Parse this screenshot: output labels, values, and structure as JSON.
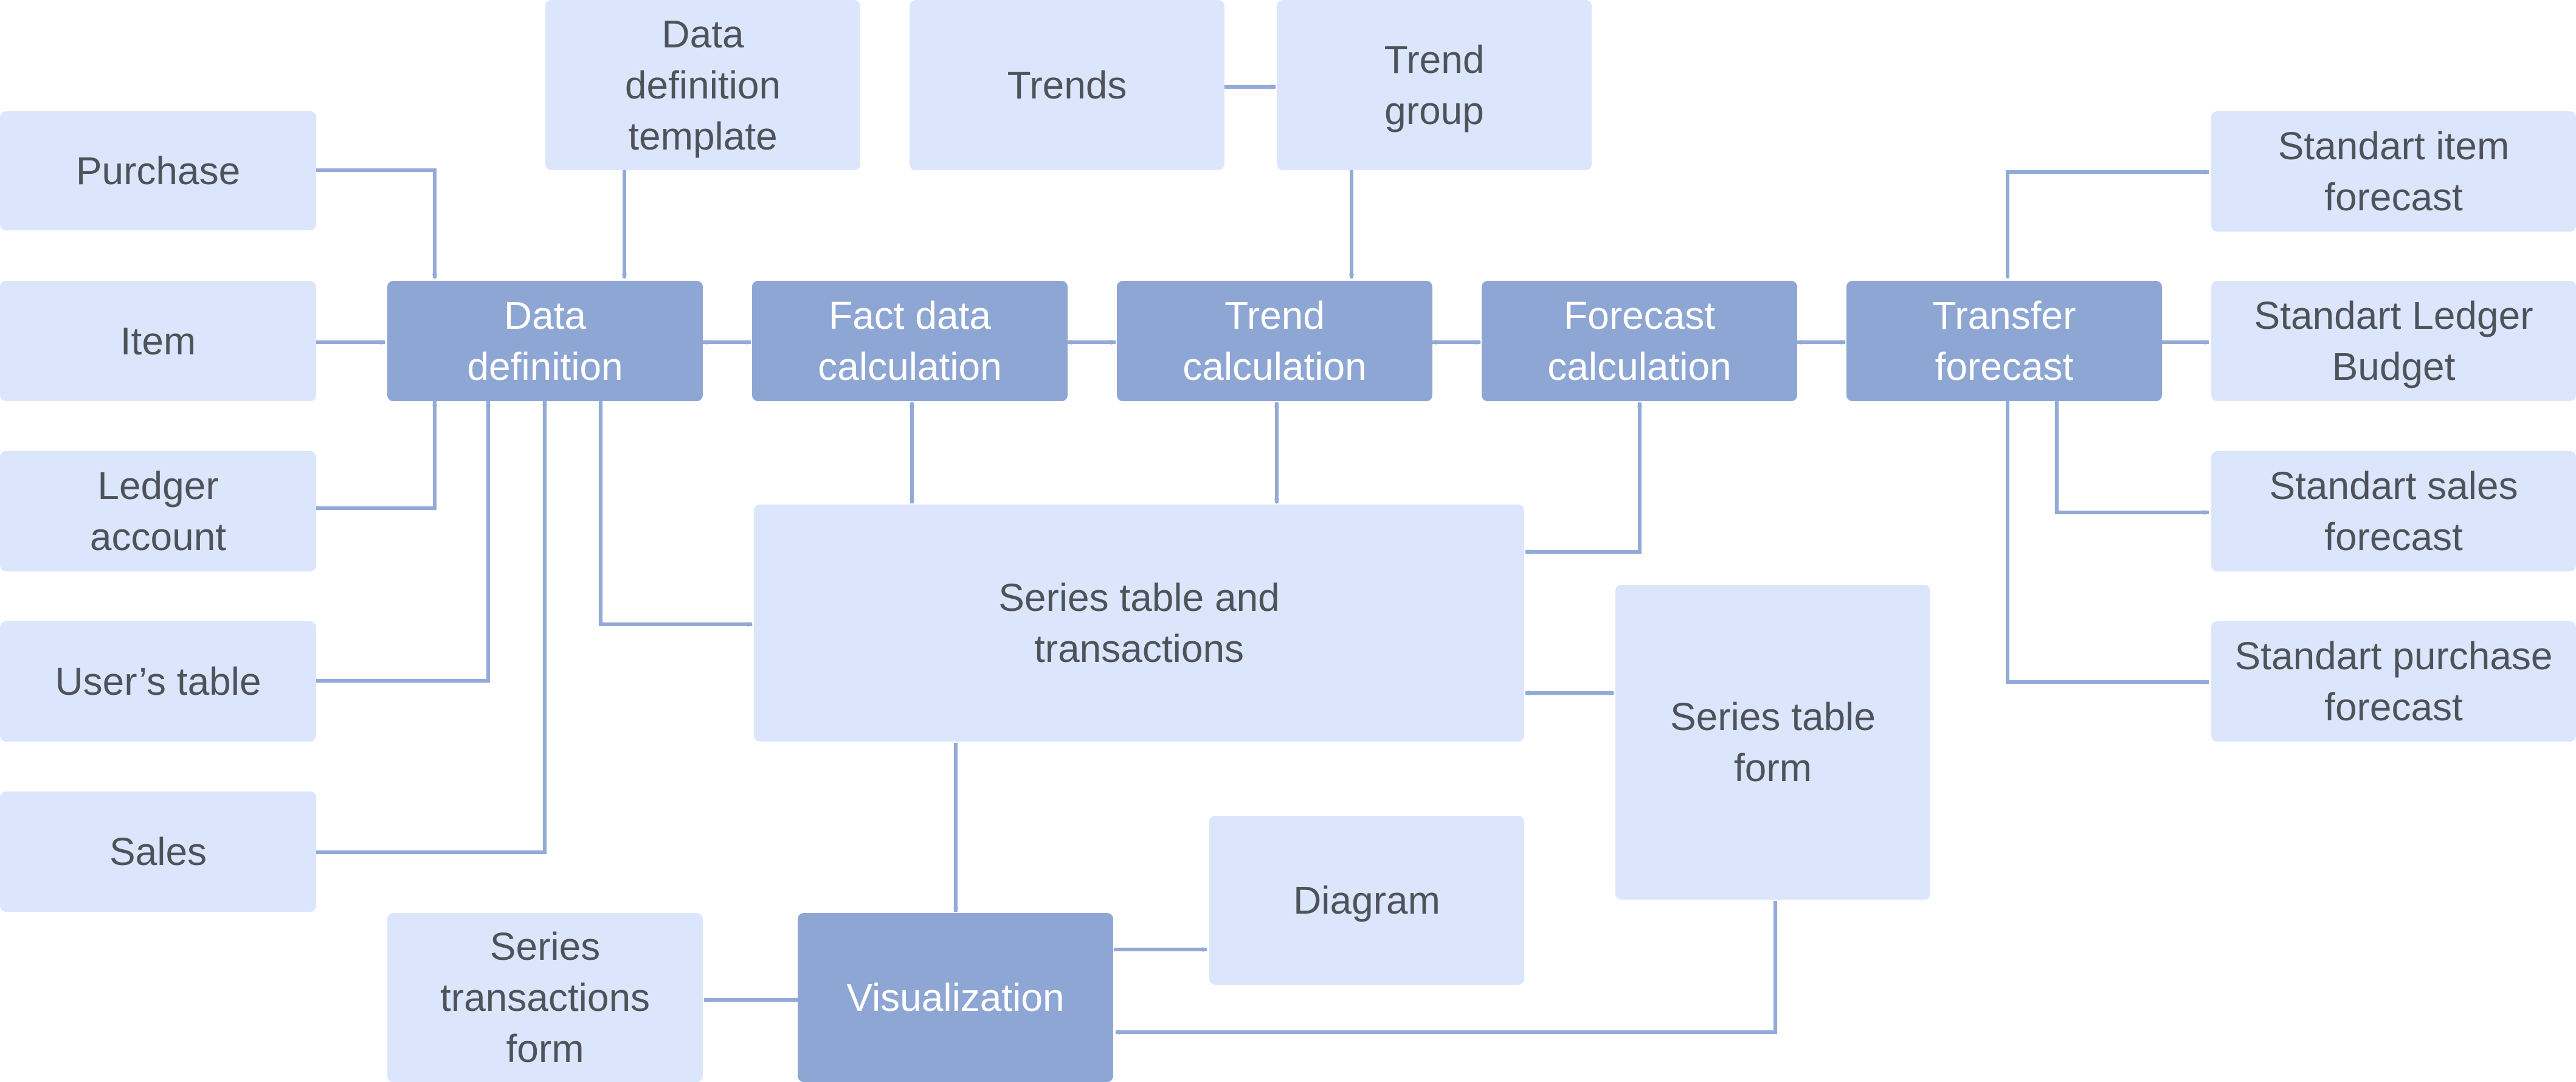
{
  "colors": {
    "light_box": "#dbe6fc",
    "dark_box": "#8ea6d3",
    "connector": "#93aad8",
    "text": "#4e535a"
  },
  "nodes": {
    "purchase": "Purchase",
    "item": "Item",
    "ledger_account": "Ledger\naccount",
    "users_table": "User’s table",
    "sales": "Sales",
    "data_definition_template": "Data\ndefinition\ntemplate",
    "trends": "Trends",
    "trend_group": "Trend\ngroup",
    "data_definition": "Data\ndefinition",
    "fact_data_calculation": "Fact data\ncalculation",
    "trend_calculation": "Trend\ncalculation",
    "forecast_calculation": "Forecast\ncalculation",
    "transfer_forecast": "Transfer\nforecast",
    "standart_item_forecast": "Standart item\nforecast",
    "standart_ledger_budget": "Standart Ledger\nBudget",
    "standart_sales_forecast": "Standart sales\nforecast",
    "standart_purchase_forecast": "Standart purchase\nforecast",
    "series_table_and_transactions": "Series table and\ntransactions",
    "series_table_form": "Series table\nform",
    "diagram": "Diagram",
    "visualization": "Visualization",
    "series_transactions_form": "Series\ntransactions\nform"
  }
}
